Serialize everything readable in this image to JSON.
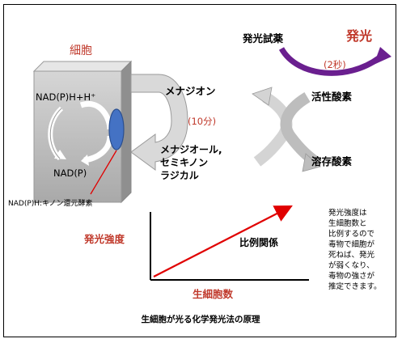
{
  "cell": {
    "label": "細胞",
    "top_text": "NAD(P)H+H⁺",
    "bottom_text": "NAD(P)"
  },
  "enzyme_label": "NAD(P)H:キノン還元酵素",
  "reaction": {
    "top": "メナジオン",
    "time": "(10分)",
    "bottom_line1": "メナジオール,",
    "bottom_line2": "セミキノン",
    "bottom_line3": "ラジカル"
  },
  "oxygen": {
    "active": "活性酸素",
    "dissolved": "溶存酸素"
  },
  "luminescence": {
    "reagent": "発光試薬",
    "time": "(2秒)",
    "result": "発光"
  },
  "graph": {
    "ylabel": "発光強度",
    "xlabel": "生細胞数",
    "relation": "比例関係"
  },
  "note": [
    "発光強度は",
    "生細胞数と",
    "比例するので",
    "毒物で細胞が",
    "死ねば、発光",
    "が弱くなり、",
    "毒物の強さが",
    "推定できます。"
  ],
  "caption": "生細胞が光る化学発光法の原理",
  "colors": {
    "red": "#c0392b",
    "purple": "#6a1f8f",
    "blue": "#4472c4",
    "gray": "#c8c8c8"
  }
}
